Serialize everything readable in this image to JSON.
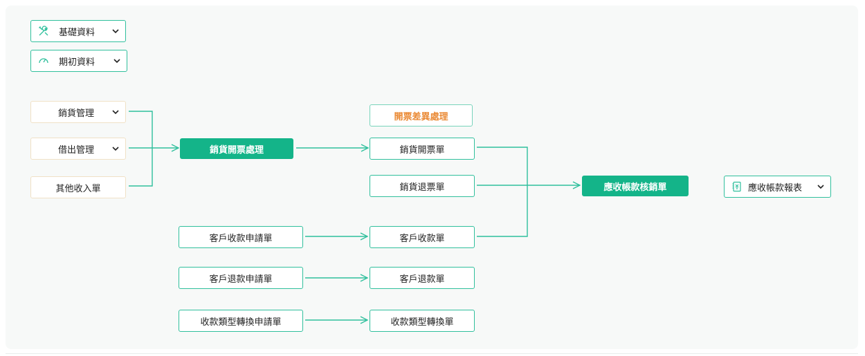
{
  "colors": {
    "accent": "#14b489",
    "line": "#2fbf9c",
    "orange_text": "#ea8a35",
    "beige_border": "#f0e1c6",
    "canvas": "#f7f9f8"
  },
  "top_menu": {
    "basic_data": {
      "label": "基礎資料",
      "icon": "tools-icon"
    },
    "opening_data": {
      "label": "期初資料",
      "icon": "speedometer-icon"
    }
  },
  "sources": {
    "sales_management": "銷貨管理",
    "lending_management": "借出管理",
    "other_income": "其他收入單"
  },
  "process": {
    "sales_invoice_processing": "銷貨開票處理",
    "invoice_discrepancy": "開票差異處理",
    "sales_invoice": "銷貨開票單",
    "sales_return_invoice": "銷貨退票單",
    "customer_receipt": "客戶收款單",
    "customer_refund": "客戶退款單",
    "receipt_type_conversion": "收款類型轉換單",
    "receipt_application": "客戶收款申請單",
    "refund_application": "客戶退款申請單",
    "conversion_application": "收款類型轉換申請單",
    "ar_writeoff": "應收帳款核銷單",
    "ar_report": {
      "label": "應收帳款報表",
      "icon": "ledger-icon"
    }
  }
}
